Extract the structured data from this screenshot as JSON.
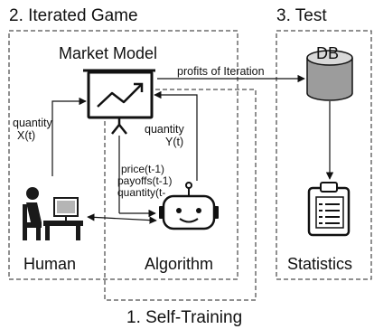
{
  "regions": {
    "iterated_game": "2. Iterated Game",
    "test": "3. Test",
    "self_training": "1. Self-Training"
  },
  "nodes": {
    "market_model": "Market Model",
    "db": "DB",
    "human": "Human",
    "algorithm": "Algorithm",
    "statistics": "Statistics"
  },
  "edges": {
    "profits": "profits of Iteration",
    "quantity_x_line1": "quantity",
    "quantity_x_line2": "X(t)",
    "quantity_y_line1": "quantity",
    "quantity_y_line2": "Y(t)",
    "feedback_line1": "price(t-1)",
    "feedback_line2": "payoffs(t-1)",
    "feedback_line3": "quantity(t-"
  },
  "icons": {
    "market_model": "chart-presentation-icon",
    "db": "database-cylinder-icon",
    "human": "person-at-desk-icon",
    "algorithm": "robot-head-icon",
    "statistics": "clipboard-list-icon"
  },
  "colors": {
    "db_top": "#d9d9d9",
    "db_body": "#9c9c9c",
    "stroke": "#111111",
    "human_fill": "#1a1a1a",
    "human_accent": "#b5b5b5"
  }
}
